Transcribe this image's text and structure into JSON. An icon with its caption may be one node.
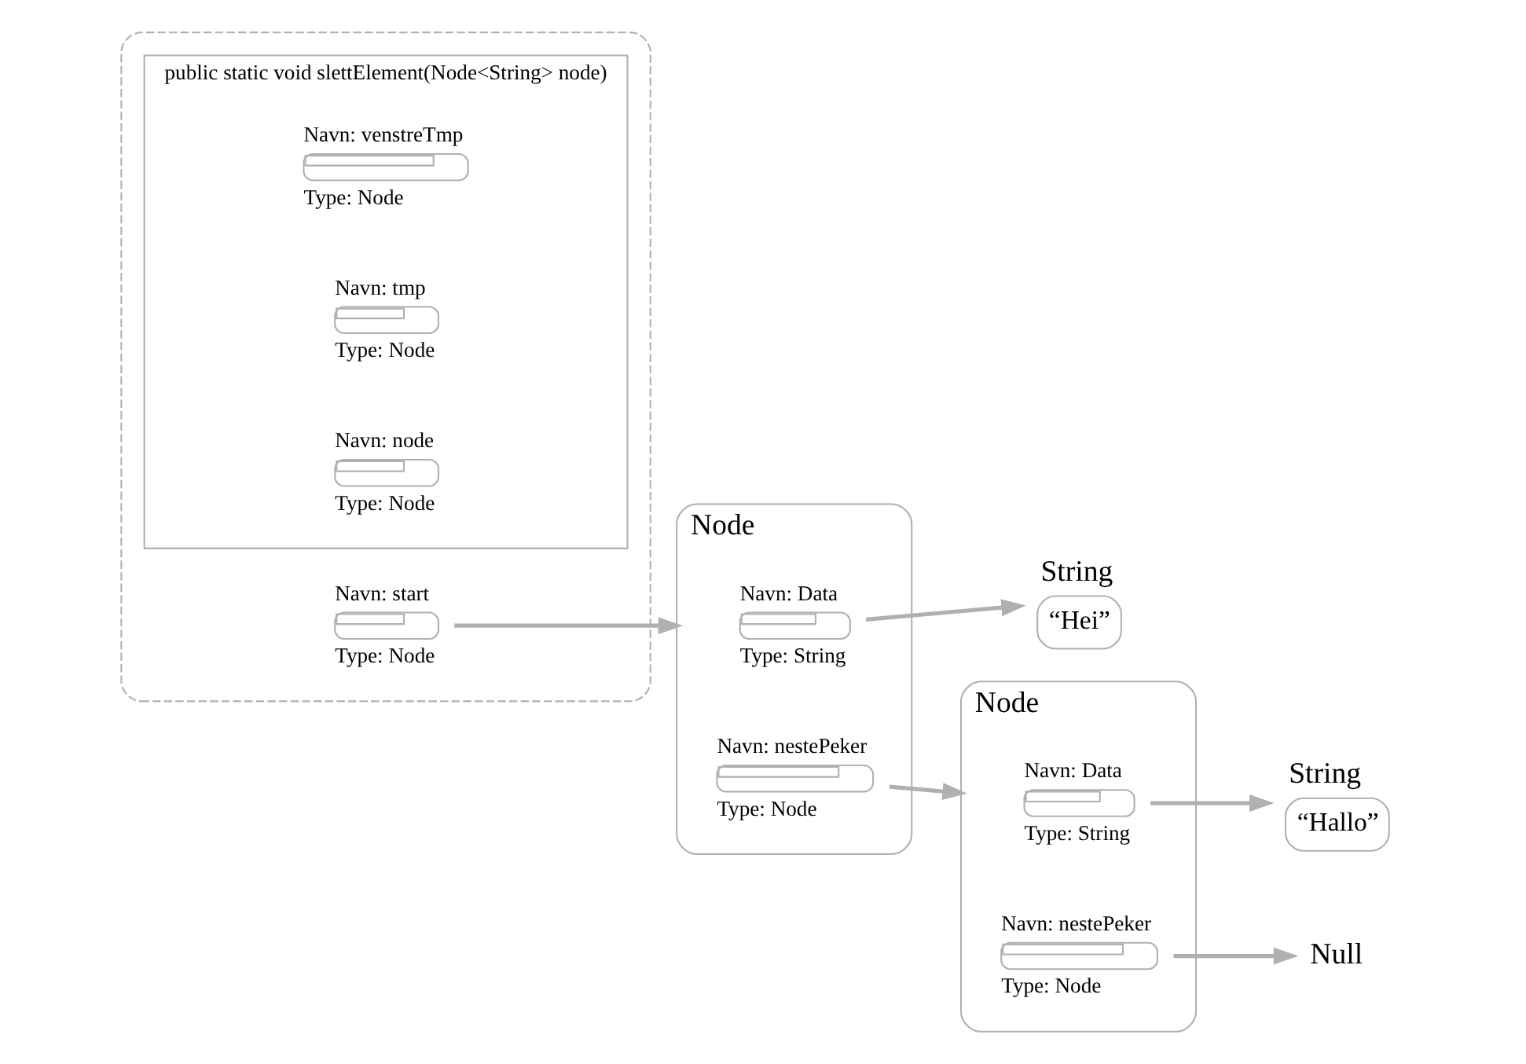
{
  "diagram": {
    "nodes": [
      {
        "text": [
          "String",
          "“Hei”"
        ]
      },
      {
        "text": [
          "Node"
        ]
      },
      {
        "text": [
          "Navn: Data",
          "Type: String"
        ],
        "in": 1
      },
      {
        "text": [
          "Navn: nestePeker",
          "Type: Node"
        ],
        "in": 1
      },
      {
        "text": [
          "String",
          "“Hallo”"
        ]
      },
      {
        "text": [
          "Node"
        ]
      },
      {
        "text": [
          "Navn: Data",
          "Type: String"
        ],
        "in": 5
      },
      {
        "text": [
          "Navn: nestePeker",
          "Type: Node"
        ],
        "in": 5
      },
      {
        "text": [
          "Null"
        ]
      },
      {
        "text": [],
        "shape": "box"
      },
      {
        "text": [
          "Navn: start",
          "Type: Node"
        ],
        "in": 9
      },
      {
        "text": [
          "public static void slettElement(Node<String> node)"
        ],
        "in": 9
      },
      {
        "text": [
          "Navn: venstreTmp",
          "Type: Node"
        ],
        "in": 11
      },
      {
        "text": [
          "Navn: tmp",
          "Type: Node"
        ],
        "in": 11
      },
      {
        "text": [
          "Navn: node",
          "Type: Node"
        ],
        "in": 11
      }
    ],
    "edges": [
      {
        "from": 2,
        "to": 0,
        "arrow": "to"
      },
      {
        "from": 3,
        "to": 5,
        "arrow": "to"
      },
      {
        "from": 6,
        "to": 4,
        "arrow": "to"
      },
      {
        "from": 7,
        "to": 8,
        "arrow": "to"
      },
      {
        "from": 10,
        "to": 1,
        "arrow": "to"
      }
    ]
  }
}
